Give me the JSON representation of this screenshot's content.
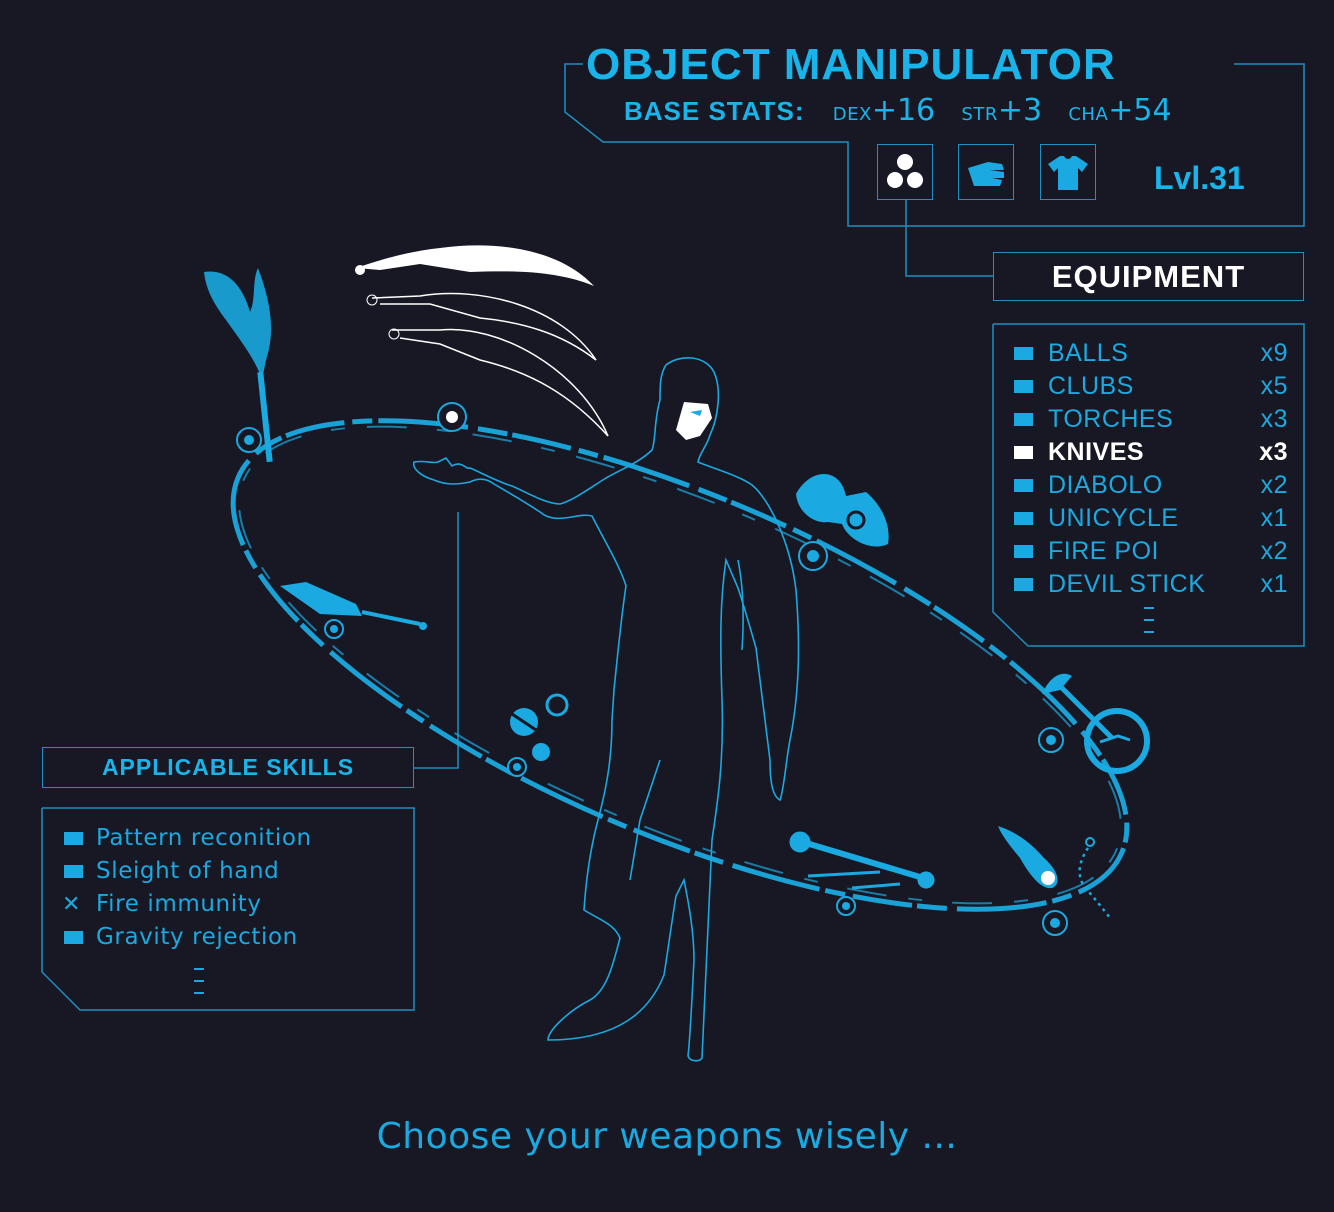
{
  "header": {
    "title": "OBJECT MANIPULATOR",
    "base_stats_label": "BASE STATS:",
    "stats": [
      {
        "abbr": "DEX",
        "value": "+16"
      },
      {
        "abbr": "STR",
        "value": "+3"
      },
      {
        "abbr": "CHA",
        "value": "+54"
      }
    ],
    "level": "Lvl.31",
    "icons": [
      "three-balls-icon",
      "hand-icon",
      "tshirt-icon"
    ]
  },
  "equipment": {
    "heading": "EQUIPMENT",
    "items": [
      {
        "name": "BALLS",
        "count": "x9",
        "active": false
      },
      {
        "name": "CLUBS",
        "count": "x5",
        "active": false
      },
      {
        "name": "TORCHES",
        "count": "x3",
        "active": false
      },
      {
        "name": "KNIVES",
        "count": "x3",
        "active": true
      },
      {
        "name": "DIABOLO",
        "count": "x2",
        "active": false
      },
      {
        "name": "UNICYCLE",
        "count": "x1",
        "active": false
      },
      {
        "name": "FIRE POI",
        "count": "x2",
        "active": false
      },
      {
        "name": "DEVIL STICK",
        "count": "x1",
        "active": false
      }
    ]
  },
  "skills": {
    "heading": "APPLICABLE SKILLS",
    "items": [
      {
        "name": "Pattern reconition",
        "marker": "square"
      },
      {
        "name": "Sleight of hand",
        "marker": "square"
      },
      {
        "name": "Fire immunity",
        "marker": "cross"
      },
      {
        "name": "Gravity rejection",
        "marker": "square"
      }
    ]
  },
  "tagline": "Choose your weapons wisely ...",
  "colors": {
    "background": "#181724",
    "accent": "#1aa9e0",
    "active": "#ffffff",
    "frame": "#1e8fc1"
  }
}
